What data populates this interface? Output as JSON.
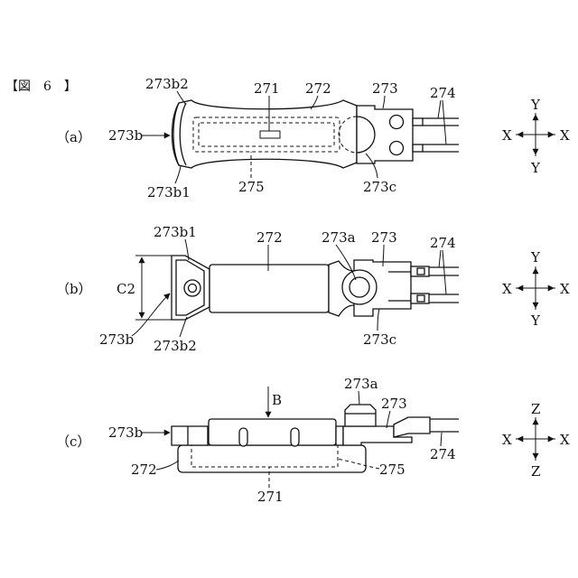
{
  "figure": {
    "title": "【図　6　】",
    "panels": [
      {
        "id": "a",
        "tag": "（a）",
        "labels": {
          "l273b2": "273b2",
          "l271": "271",
          "l272": "272",
          "l273": "273",
          "l274": "274",
          "l273b": "273b",
          "l273b1": "273b1",
          "l275": "275",
          "l273c": "273c"
        },
        "axes": {
          "left": "X",
          "right": "X",
          "top": "Y",
          "bottom": "Y"
        }
      },
      {
        "id": "b",
        "tag": "（b）",
        "labels": {
          "l273b1": "273b1",
          "l272": "272",
          "l273a": "273a",
          "l273": "273",
          "l274": "274",
          "lC2": "C2",
          "l273b": "273b",
          "l273b2": "273b2",
          "l273c": "273c"
        },
        "axes": {
          "left": "X",
          "right": "X",
          "top": "Y",
          "bottom": "Y"
        }
      },
      {
        "id": "c",
        "tag": "（c）",
        "labels": {
          "l273a": "273a",
          "lB": "B",
          "l273": "273",
          "l273b": "273b",
          "l272": "272",
          "l275": "275",
          "l274": "274",
          "l271": "271"
        },
        "axes": {
          "left": "X",
          "right": "X",
          "top": "Z",
          "bottom": "Z"
        }
      }
    ]
  }
}
